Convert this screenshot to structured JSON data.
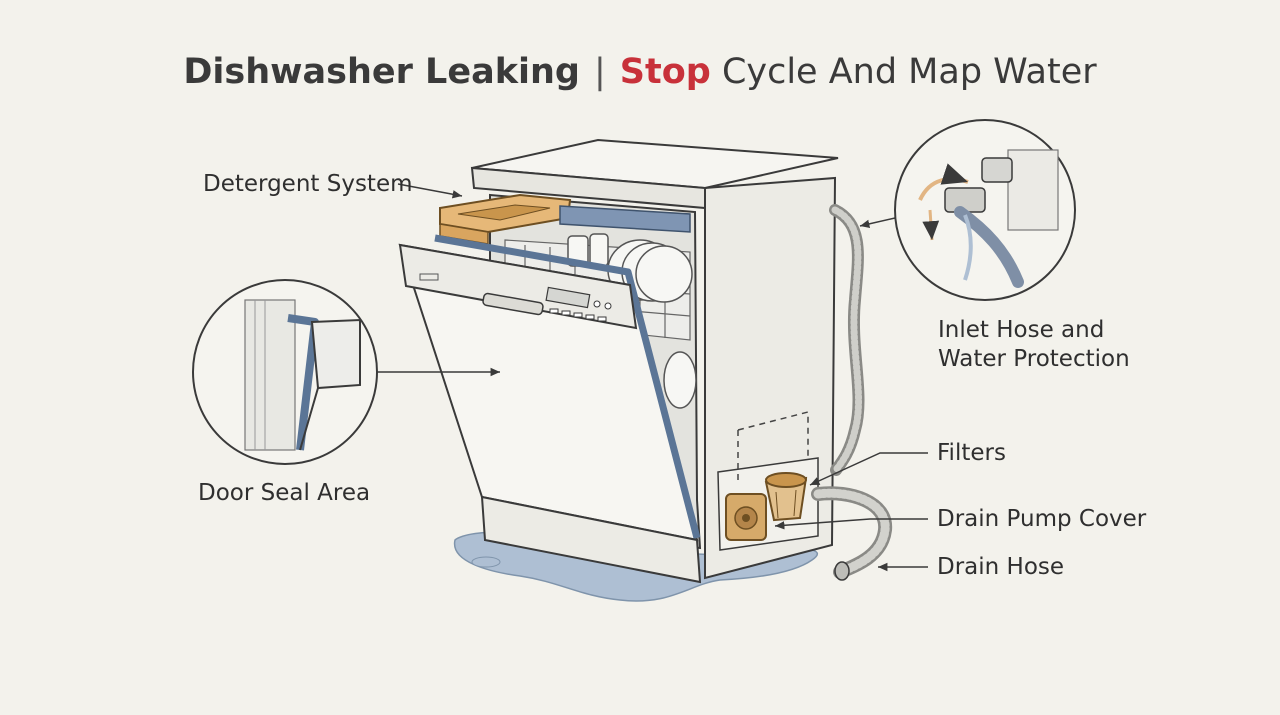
{
  "title": {
    "part1": "Dishwasher Leaking",
    "separator": "|",
    "accent": "Stop",
    "rest": "Cycle And Map Water"
  },
  "labels": {
    "detergent": "Detergent System",
    "door_seal": "Door Seal Area",
    "inlet_line1": "Inlet Hose and",
    "inlet_line2": "Water Protection",
    "filters": "Filters",
    "drain_pump": "Drain Pump Cover",
    "drain_hose": "Drain Hose"
  },
  "colors": {
    "background": "#f3f2ec",
    "accent_red": "#c8313a",
    "door_blue": "#5b7596",
    "water_blue": "#aebfd3",
    "detergent_tan": "#e6b878",
    "outline": "#3a3a3a"
  }
}
